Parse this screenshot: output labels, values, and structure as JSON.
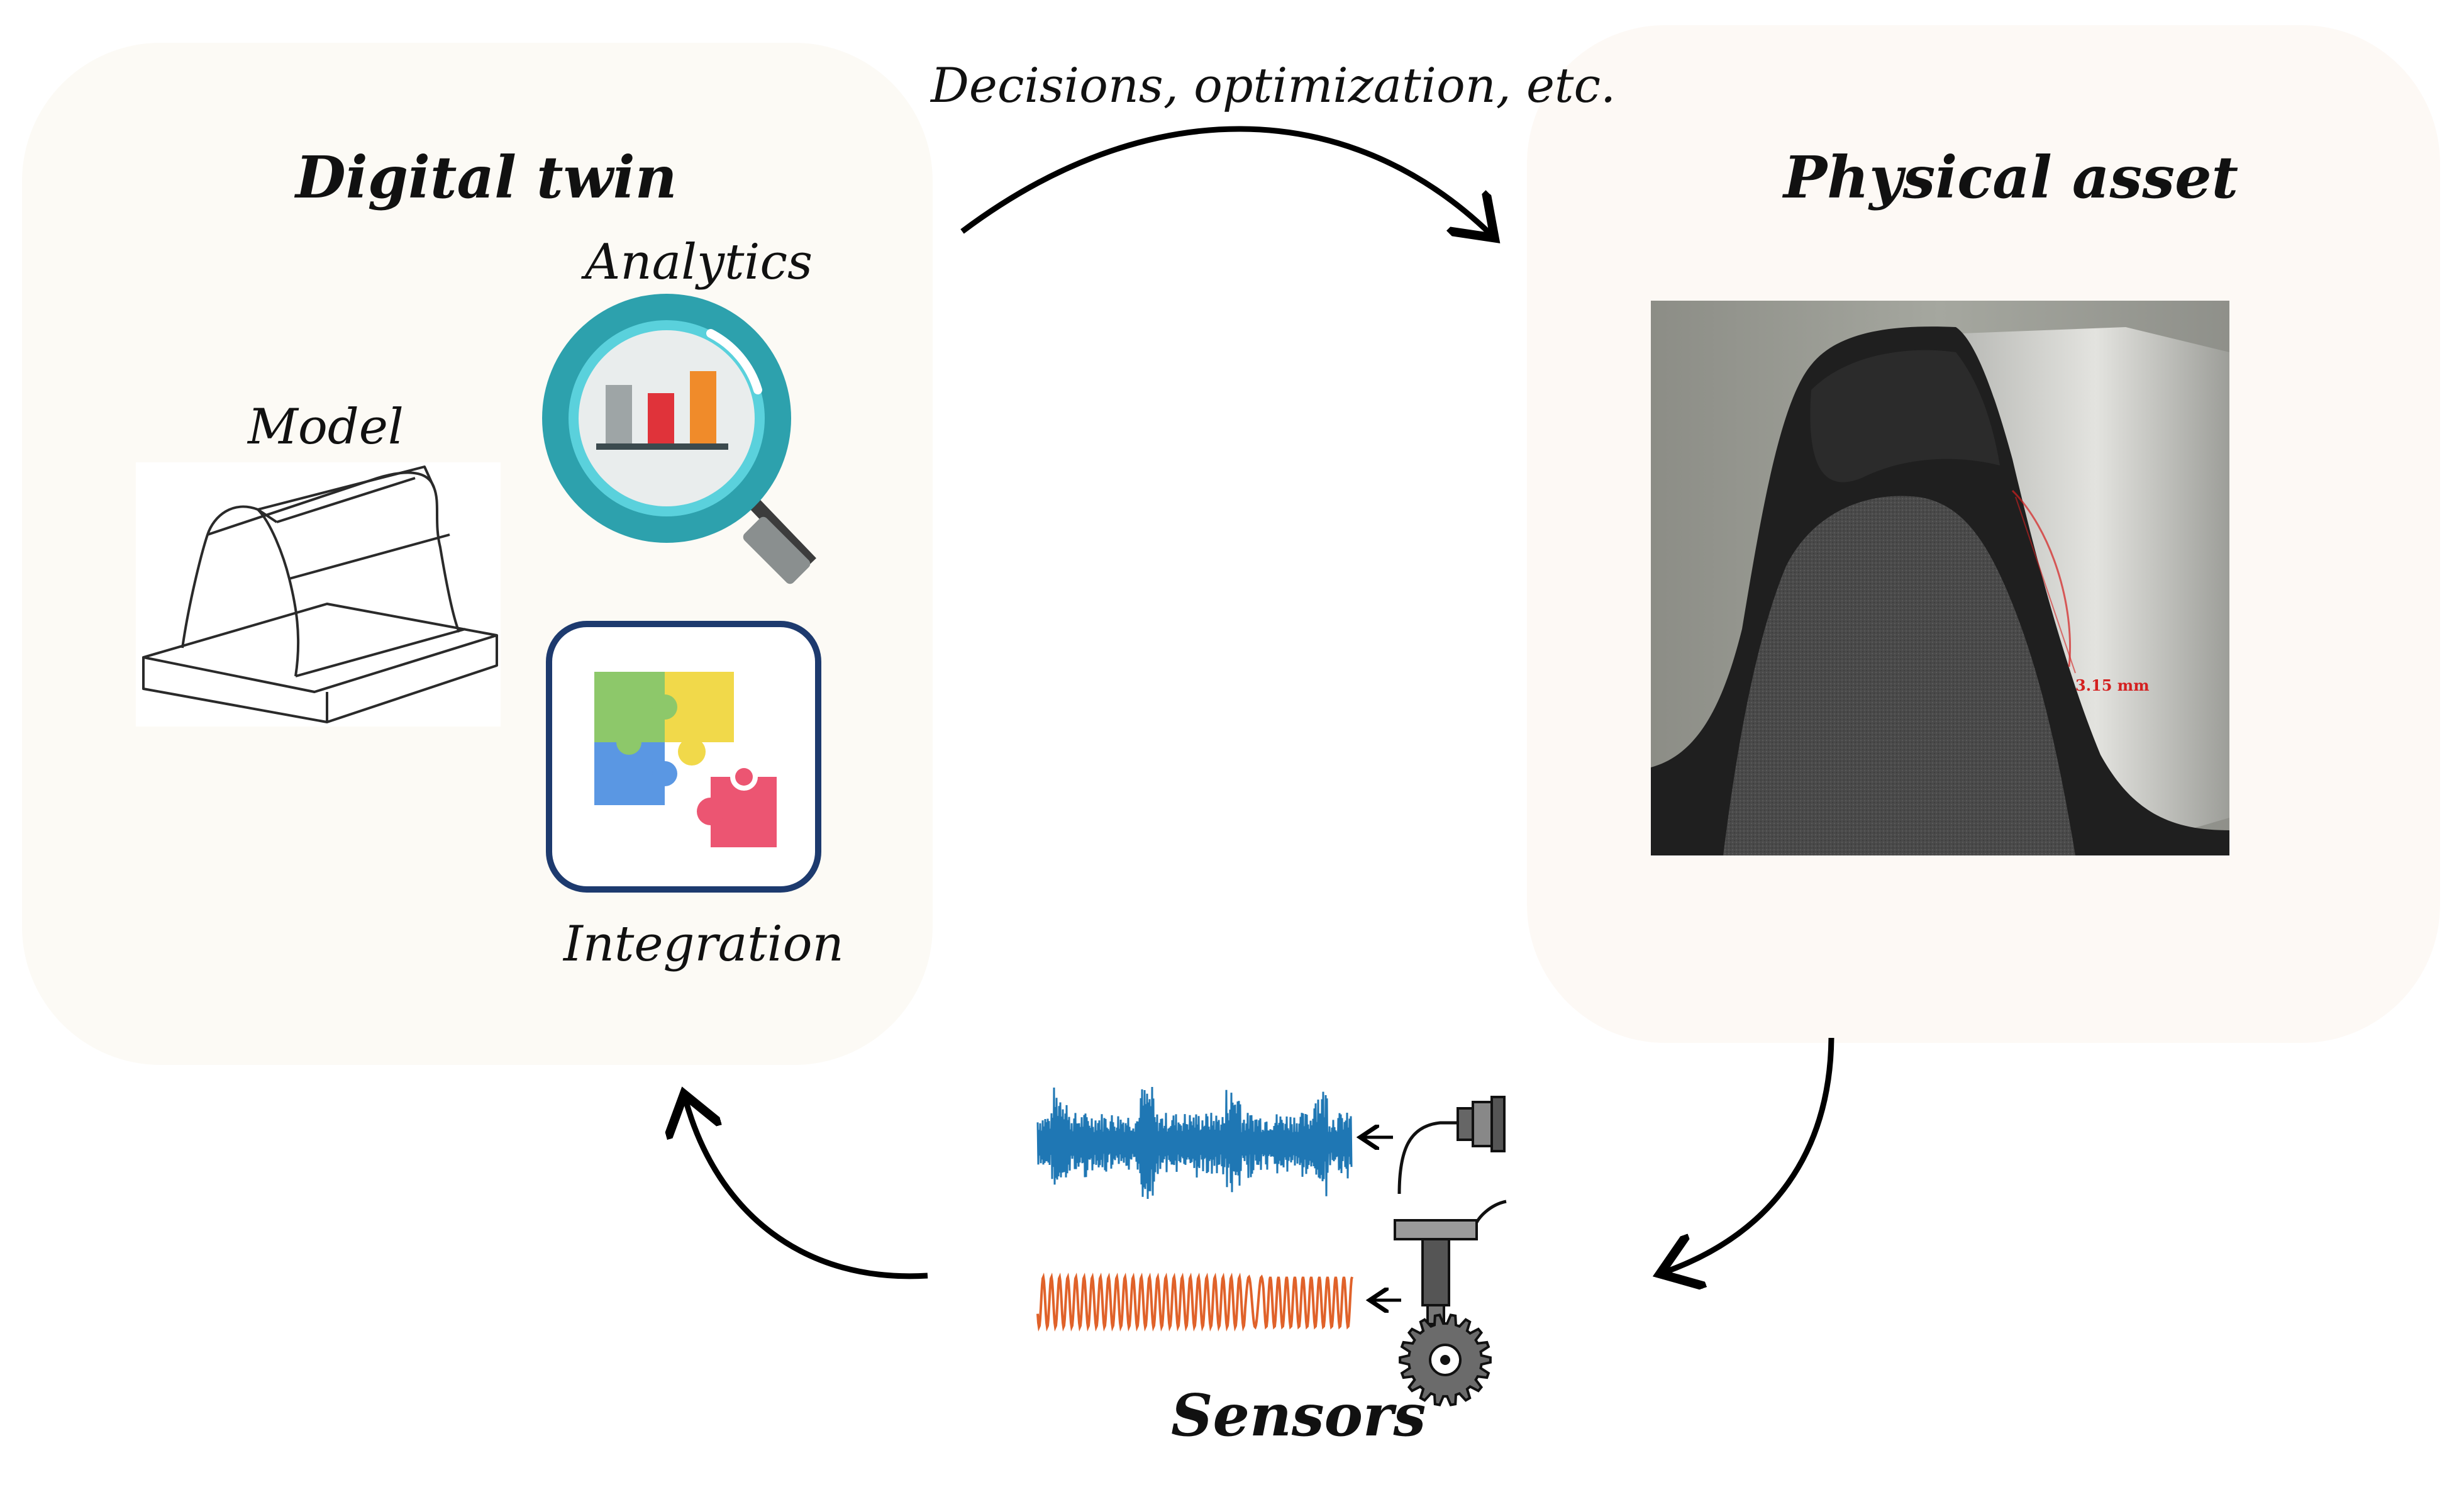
{
  "digital_twin": {
    "title": "Digital twin",
    "model_label": "Model",
    "analytics_label": "Analytics",
    "integration_label": "Integration"
  },
  "physical_asset": {
    "title": "Physical asset",
    "measurement_label": "3.15 mm"
  },
  "top_arrow_label": "Decisions, optimization, etc.",
  "sensors": {
    "title": "Sensors"
  },
  "colors": {
    "vibration_signal": "#1f77b4",
    "encoder_signal": "#e0622a",
    "panel_background": "#fcfaf5",
    "measurement_red": "#d42020"
  },
  "icons": [
    "gear-tooth-cad-icon",
    "magnifier-bar-chart-icon",
    "puzzle-icon",
    "accelerometer-icon",
    "encoder-icon",
    "gear-icon"
  ]
}
